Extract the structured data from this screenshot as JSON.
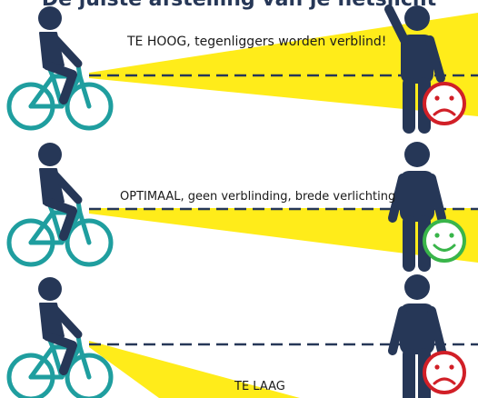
{
  "title": "De juiste afstelling van je fietslicht",
  "colors": {
    "beam": "#FFEC1A",
    "figure": "#263757",
    "bike": "#1F9E9F",
    "sad": "#D11F27",
    "happy": "#39B54A"
  },
  "panels": [
    {
      "id": "too-high",
      "label": "TE HOOG, tegenliggers worden verblind!",
      "face": "sad",
      "icon": "sad-face-icon",
      "person_pose": "hand-raised"
    },
    {
      "id": "optimal",
      "label": "OPTIMAAL, geen verblinding, brede verlichting",
      "face": "happy",
      "icon": "happy-face-icon",
      "person_pose": "standing"
    },
    {
      "id": "too-low",
      "label": "TE LAAG",
      "face": "sad",
      "icon": "sad-face-icon",
      "person_pose": "standing"
    }
  ]
}
